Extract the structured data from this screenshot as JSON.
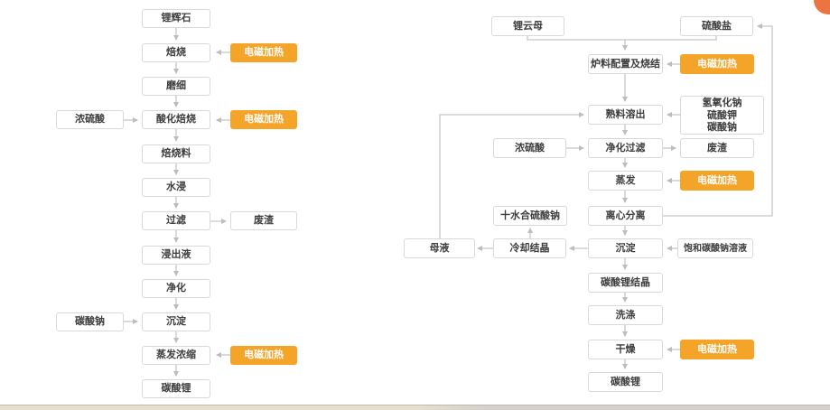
{
  "shared": {
    "heat": "电磁加热"
  },
  "colors": {
    "heat_box": "#F5A42A",
    "corner_badge": "#EB7442",
    "connector": "#c6c6c6"
  },
  "left_flow": {
    "spodumene": "锂辉石",
    "roasting": "焙烧",
    "grinding": "磨细",
    "conc_sulfuric_acid": "浓硫酸",
    "acid_roasting": "酸化焙烧",
    "roasted_material": "焙烧料",
    "water_leaching": "水浸",
    "filtration": "过滤",
    "waste_residue": "废渣",
    "leachate": "浸出液",
    "purification": "净化",
    "sodium_carbonate": "碳酸钠",
    "precipitation": "沉淀",
    "evaporation_concentration": "蒸发浓缩",
    "lithium_carbonate": "碳酸锂"
  },
  "right_flow": {
    "lepidolite": "锂云母",
    "sulfate": "硫酸盐",
    "burden_preparation_sintering": "炉料配置及烧结",
    "clinker_dissolution": "熟料溶出",
    "additives": [
      "氢氧化钠",
      "硫酸钾",
      "碳酸钠"
    ],
    "conc_sulfuric_acid": "浓硫酸",
    "purification_filtration": "净化过滤",
    "waste_residue": "废渣",
    "evaporation": "蒸发",
    "centrifugal_separation": "离心分离",
    "sodium_sulfate_decahydrate": "十水合硫酸钠",
    "mother_liquor": "母液",
    "cooling_crystallization": "冷却结晶",
    "precipitation": "沉淀",
    "saturated_sodium_carbonate_solution": "饱和碳酸钠溶液",
    "lithium_carbonate_crystals": "碳酸锂结晶",
    "washing": "洗涤",
    "drying": "干燥",
    "lithium_carbonate": "碳酸锂"
  }
}
